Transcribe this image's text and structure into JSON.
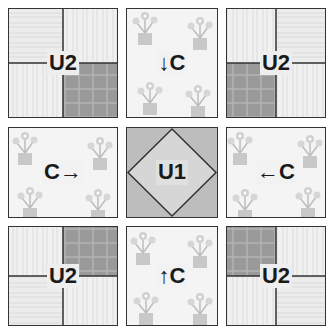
{
  "diagram": {
    "nodes": [
      {
        "text": [
          "U2"
        ]
      },
      {
        "text": [
          "↓C"
        ]
      },
      {
        "text": [
          "U2"
        ]
      },
      {
        "text": [
          "C→"
        ]
      },
      {
        "text": [
          "U1"
        ]
      },
      {
        "text": [
          "←C"
        ]
      },
      {
        "text": [
          "U2"
        ]
      },
      {
        "text": [
          "↑C"
        ]
      },
      {
        "text": [
          "U2"
        ]
      }
    ]
  }
}
